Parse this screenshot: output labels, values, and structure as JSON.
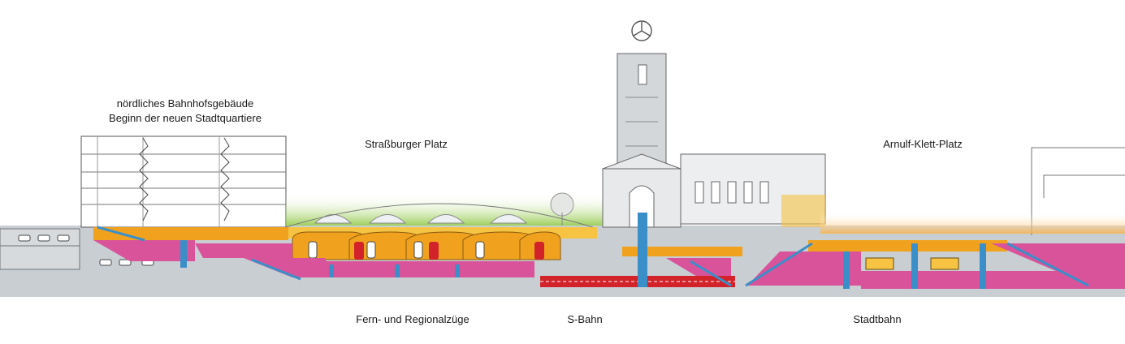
{
  "labels": {
    "north_building_line1": "nördliches Bahnhofsgebäude",
    "north_building_line2": "Beginn der neuen Stadtquartiere",
    "strassburger_platz": "Straßburger Platz",
    "arnulf_klett_platz": "Arnulf-Klett-Platz",
    "fern_regional": "Fern- und Regionalzüge",
    "s_bahn": "S-Bahn",
    "stadtbahn": "Stadtbahn"
  },
  "colors": {
    "ground_gray": "#c9ced3",
    "concourse_orange": "#f0a21e",
    "platform_pink": "#d9539a",
    "column_blue": "#3a8fc9",
    "train_red": "#d2232a",
    "park_green": "#8cc63f",
    "tower_gray": "#d4d7da",
    "hall_yellow": "#f6c343"
  },
  "icons": {
    "tower_logo": "mercedes-star-icon"
  }
}
